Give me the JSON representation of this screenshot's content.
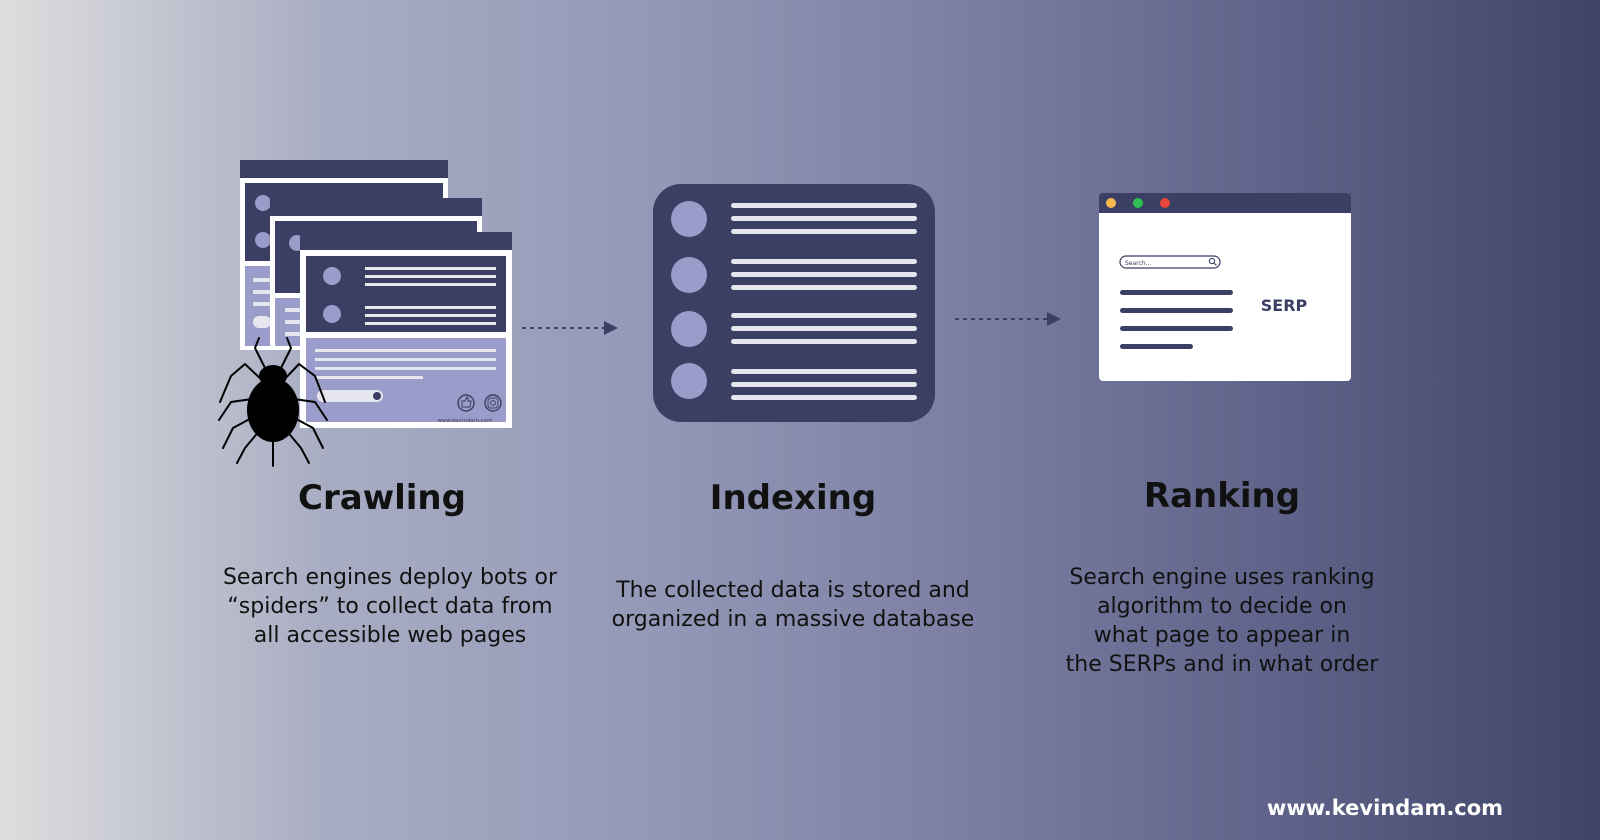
{
  "colors": {
    "navy": "#3b3f63",
    "lavender": "#9a9cc9",
    "line": "#e6e6ee",
    "white": "#ffffff",
    "arrow": "#3b3f63",
    "dot_yellow": "#f6b94c",
    "dot_green": "#2fbf55",
    "dot_red": "#e8453c"
  },
  "stages": [
    {
      "title": "Crawling",
      "description": [
        "Search engines deploy bots or",
        "“spiders” to collect data from",
        "all accessible web pages"
      ],
      "icon": "spider-icon",
      "footer_url": "www.kevindam.com"
    },
    {
      "title": "Indexing",
      "description": [
        "The collected data is stored and",
        "organized in a massive database"
      ],
      "icon": "database-icon"
    },
    {
      "title": "Ranking",
      "description": [
        "Search engine uses ranking",
        "algorithm to decide on",
        "what page to appear in",
        "the SERPs and in what order"
      ],
      "icon": "serp-window-icon",
      "search_placeholder": "Search...",
      "serp_label": "SERP"
    }
  ],
  "website": "www.kevindam.com"
}
